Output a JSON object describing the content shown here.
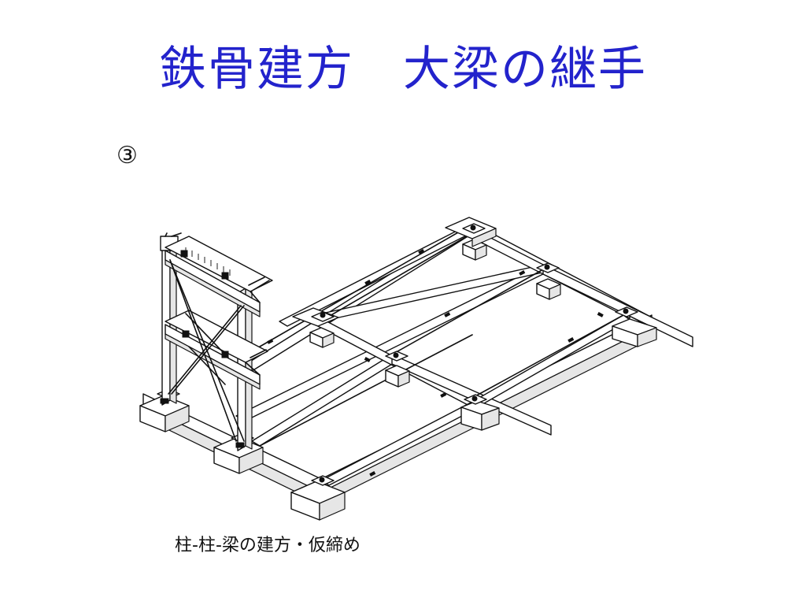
{
  "title": "鉄骨建方　大梁の継手",
  "diagram": {
    "step_label": "③",
    "caption": "柱-柱-梁の建方・仮締め"
  },
  "colors": {
    "title": "#2323cc",
    "line": "#111111",
    "background": "#ffffff"
  }
}
